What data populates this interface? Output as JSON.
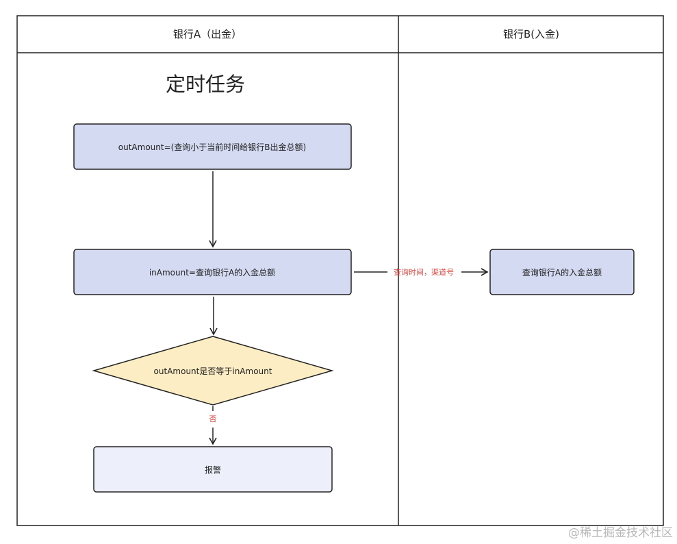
{
  "lanes": {
    "left_title": "银行A（出金）",
    "right_title": "银行B(入金)"
  },
  "section_title": "定时任务",
  "nodes": {
    "out_amount": "outAmount=(查询小于当前时间给银行B出金总额)",
    "in_amount": "inAmount=查询银行A的入金总额",
    "compare": "outAmount是否等于inAmount",
    "alarm": "报警",
    "query_b": "查询银行A的入金总额"
  },
  "edges": {
    "query_label": "查询时间，渠道号",
    "no_label": "否"
  },
  "watermark": "@稀土掘金技术社区",
  "colors": {
    "process_fill": "#d3daf1",
    "decision_fill": "#fdedc4",
    "alarm_fill": "#edf0fb",
    "edge_label": "#d9453d",
    "stroke": "#222222"
  }
}
